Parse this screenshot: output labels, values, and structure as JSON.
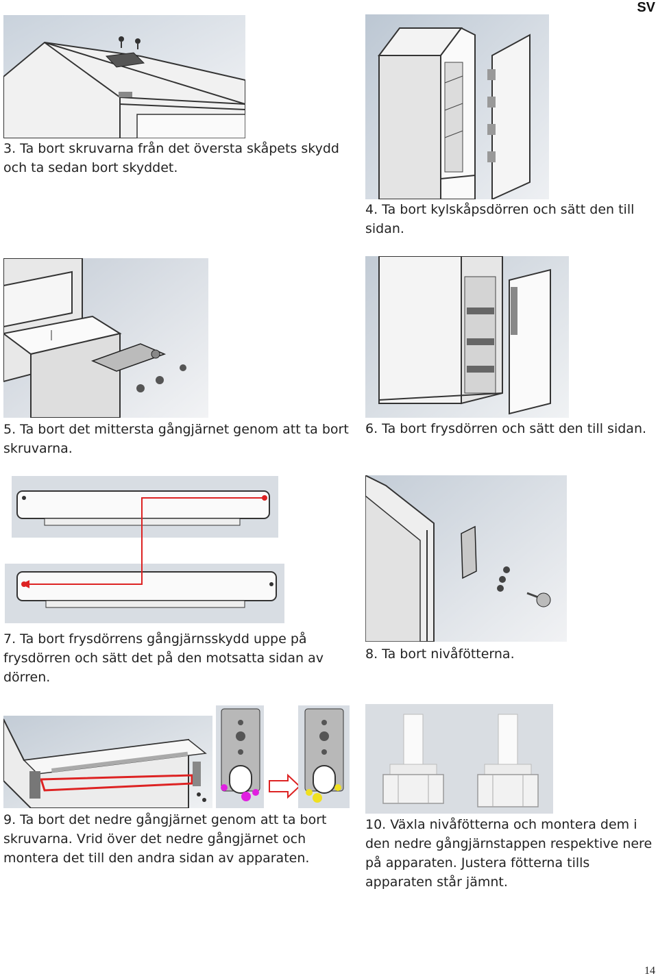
{
  "header": {
    "lang": "SV"
  },
  "footer": {
    "page_number": "14"
  },
  "steps": [
    {
      "num": "3.",
      "caption": "3. Ta bort skruvarna från det översta skåpets skydd och ta sedan bort skyddet."
    },
    {
      "num": "4.",
      "caption": "4. Ta bort kylskåpsdörren och sätt den till sidan."
    },
    {
      "num": "5.",
      "caption": "5. Ta bort det mittersta gångjärnet genom att ta bort skruvarna."
    },
    {
      "num": "6.",
      "caption": "6. Ta bort frysdörren och sätt den till sidan."
    },
    {
      "num": "7.",
      "caption": "7. Ta bort frysdörrens gångjärnsskydd uppe på frysdörren och sätt det på den motsatta sidan av dörren."
    },
    {
      "num": "8.",
      "caption": "8. Ta bort nivåfötterna."
    },
    {
      "num": "9.",
      "caption": "9. Ta bort det nedre gångjärnet genom att ta bort skruvarna. Vrid över det nedre gångjärnet och montera det till den andra sidan av apparaten."
    },
    {
      "num": "10.",
      "caption": "10. Växla nivåfötterna och montera dem i den nedre gångjärnstappen respektive nere på apparaten. Justera fötterna tills apparaten står jämnt."
    }
  ],
  "colors": {
    "figure_bg": "#e9ecef",
    "line": "#333333",
    "arrow_red": "#dd2222",
    "magenta": "#e020e0",
    "yellow": "#f0e020"
  }
}
